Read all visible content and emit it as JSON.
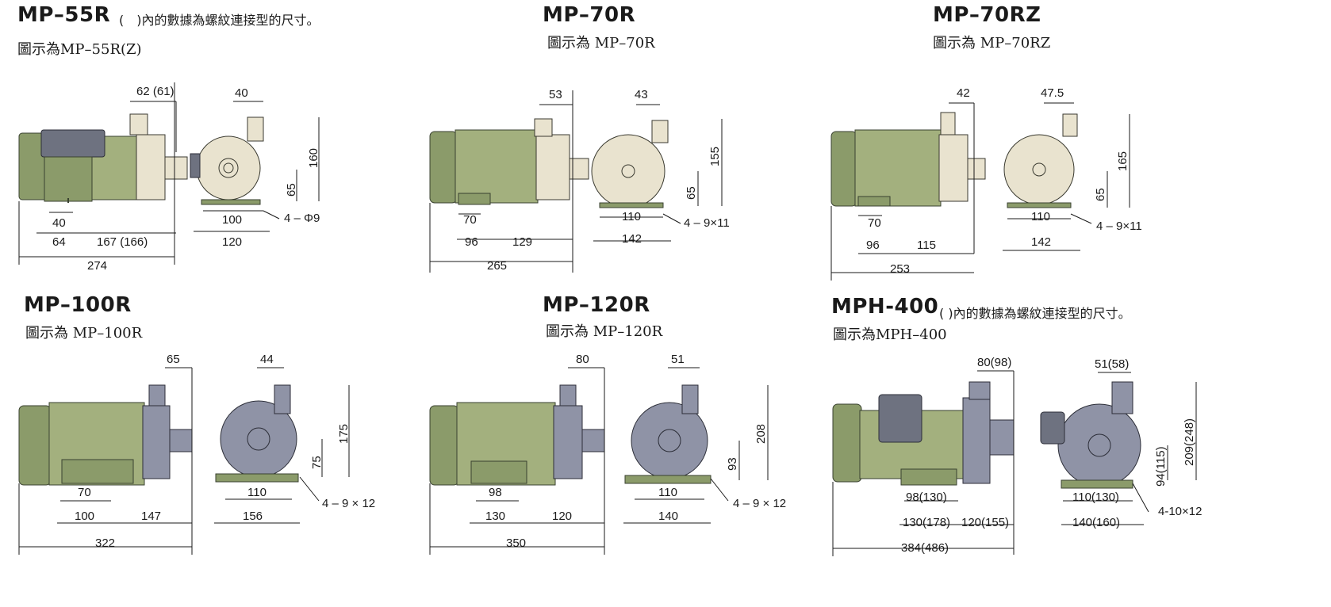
{
  "panels": [
    {
      "model": "MP–55R",
      "note": "(　)內的數據為螺紋連接型的尺寸。",
      "caption": "圖示為MP–55R(Z)",
      "head_color": "light",
      "dims": {
        "outlet_offset": "62 (61)",
        "outlet_width": "40",
        "height_total": "160",
        "shaft_height": "65",
        "bolt_note": "4 – Φ9",
        "base_inner": "100",
        "base_outer": "120",
        "foot_inner": "40",
        "foot_outer": "64",
        "length_partial": "167 (166)",
        "length_total": "274"
      }
    },
    {
      "model": "MP–70R",
      "note": "",
      "caption": "圖示為 MP–70R",
      "head_color": "light",
      "dims": {
        "outlet_offset": "53",
        "outlet_width": "43",
        "height_total": "155",
        "shaft_height": "65",
        "bolt_note": "4 – 9×11",
        "base_inner": "110",
        "base_outer": "142",
        "foot_inner": "70",
        "foot_outer": "96",
        "length_partial": "129",
        "length_total": "265"
      }
    },
    {
      "model": "MP–70RZ",
      "note": "",
      "caption": "圖示為 MP–70RZ",
      "head_color": "light",
      "dims": {
        "outlet_offset": "42",
        "outlet_width": "47.5",
        "height_total": "165",
        "shaft_height": "65",
        "bolt_note": "4 – 9×11",
        "base_inner": "110",
        "base_outer": "142",
        "foot_inner": "70",
        "foot_outer": "96",
        "length_partial": "115",
        "length_total": "253"
      }
    },
    {
      "model": "MP–100R",
      "note": "",
      "caption": "圖示為 MP–100R",
      "head_color": "dark",
      "dims": {
        "outlet_offset": "65",
        "outlet_width": "44",
        "height_total": "175",
        "shaft_height": "75",
        "bolt_note": "4 – 9 × 12",
        "base_inner": "110",
        "base_outer": "156",
        "foot_inner": "70",
        "foot_outer": "100",
        "length_partial": "147",
        "length_total": "322"
      }
    },
    {
      "model": "MP–120R",
      "note": "",
      "caption": "圖示為 MP–120R",
      "head_color": "dark",
      "dims": {
        "outlet_offset": "80",
        "outlet_width": "51",
        "height_total": "208",
        "shaft_height": "93",
        "bolt_note": "4 – 9 × 12",
        "base_inner": "110",
        "base_outer": "140",
        "foot_inner": "98",
        "foot_outer": "130",
        "length_partial": "120",
        "length_total": "350"
      }
    },
    {
      "model": "MPH-400",
      "note": "( )內的數據為螺紋連接型的尺寸。",
      "caption": "圖示為MPH–400",
      "head_color": "dark",
      "dims": {
        "outlet_offset": "80(98)",
        "outlet_width": "51(58)",
        "height_total": "209(248)",
        "shaft_height": "94(115)",
        "bolt_note": "4-10×12",
        "base_inner": "110(130)",
        "base_outer": "140(160)",
        "foot_inner": "98(130)",
        "foot_outer": "130(178)",
        "length_partial": "120(155)",
        "length_total": "384(486)"
      }
    }
  ]
}
